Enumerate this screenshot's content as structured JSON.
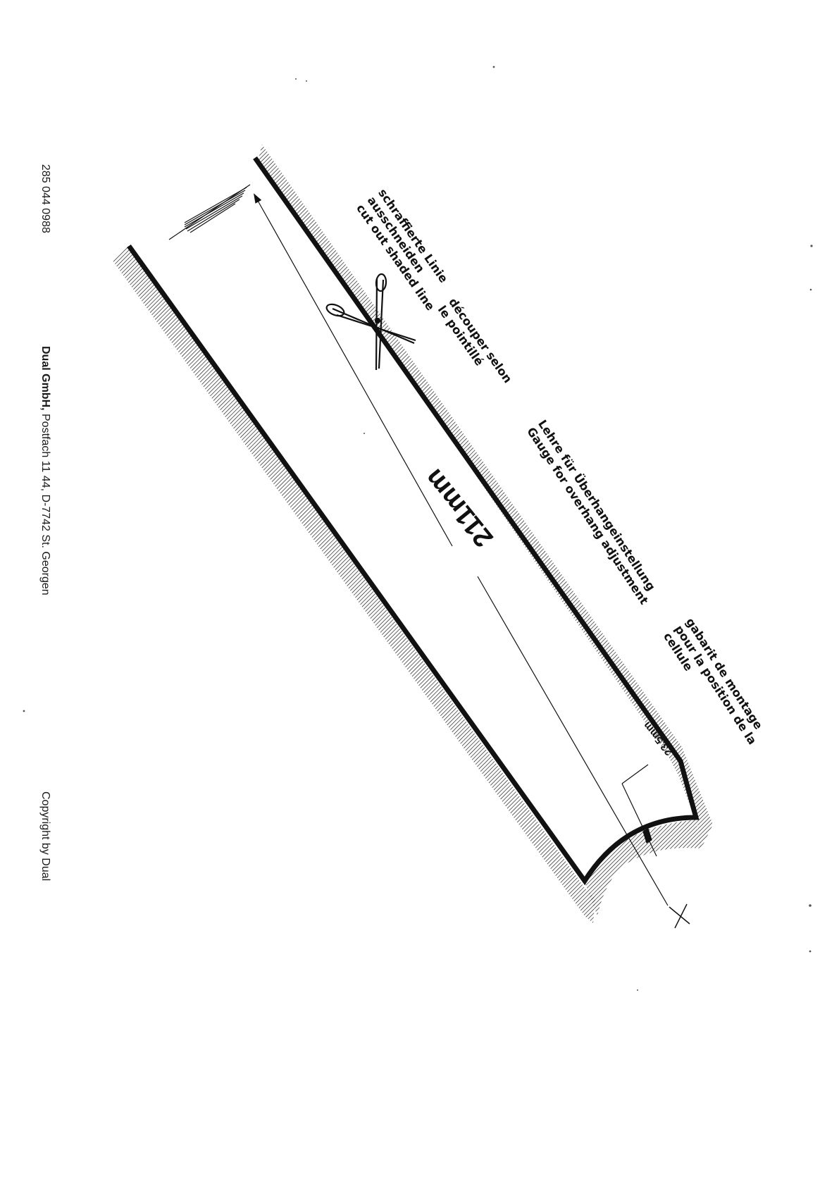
{
  "footer": {
    "part_number": "285 044 0988",
    "company_bold": "Dual GmbH,",
    "company_address": " Postfach 11 44, D-7742 St. Georgen",
    "copyright": "Copyright by Dual"
  },
  "labels": {
    "german_cut_line1": "schraffierte Linie",
    "german_cut_line2": "ausschneiden",
    "english_cut": "cut out shaded line",
    "french_cut_line1": "découper selon",
    "french_cut_line2": "le pointillé",
    "german_gauge": "Lehre für Überhangeinstellung",
    "english_gauge": "Gauge for overhang adjustment",
    "french_gauge_line1": "gabarit de montage",
    "french_gauge_line2": "pour la position de la",
    "french_gauge_line3": "cellule"
  },
  "dimensions": {
    "overall_length": "211mm",
    "offset": "23,5mm"
  },
  "icons": {
    "scissors": "scissors-icon",
    "center_mark": "crosshair-icon"
  },
  "colors": {
    "ink": "#111111",
    "paper": "#ffffff"
  }
}
